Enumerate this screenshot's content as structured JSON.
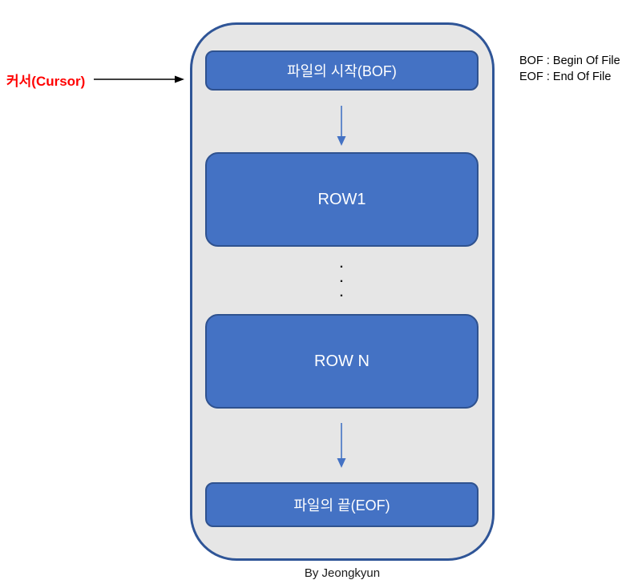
{
  "diagram": {
    "cursor_label": "커서(Cursor)",
    "legend": {
      "bof_line": "BOF : Begin Of File",
      "eof_line": "EOF : End Of File"
    },
    "nodes": {
      "bof": "파일의 시작(BOF)",
      "row1": "ROW1",
      "rown": "ROW N",
      "eof": "파일의 끝(EOF)"
    },
    "ellipsis": [
      ".",
      ".",
      "."
    ],
    "footer": "By Jeongkyun",
    "colors": {
      "node_fill": "#4472c4",
      "node_border": "#2f528f",
      "container_fill": "#e6e6e6",
      "container_border": "#2f5597",
      "flow_arrow": "#4472c4",
      "cursor_text": "#ff0000",
      "cursor_arrow": "#000000"
    }
  }
}
